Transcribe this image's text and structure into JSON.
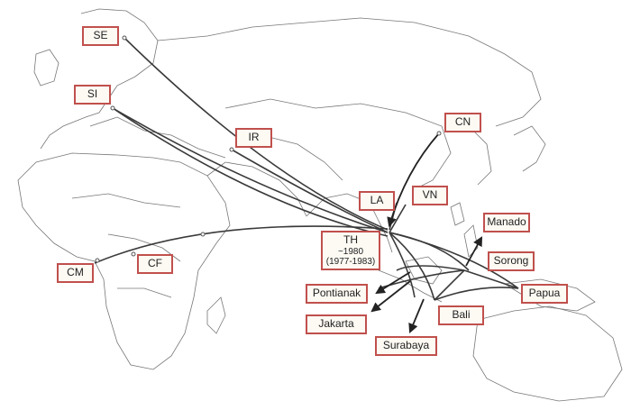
{
  "map": {
    "title": "Transmission routes map",
    "line_color": "#333333",
    "label_border_color": "#c0504d",
    "label_fill_color": "#fdfaf3"
  },
  "labels": {
    "SE": {
      "text": "SE"
    },
    "SI": {
      "text": "SI"
    },
    "IR": {
      "text": "IR"
    },
    "CN": {
      "text": "CN"
    },
    "LA": {
      "text": "LA"
    },
    "VN": {
      "text": "VN"
    },
    "TH": {
      "text": "TH",
      "date": "~1980",
      "range": "(1977-1983)"
    },
    "CM": {
      "text": "CM"
    },
    "CF": {
      "text": "CF"
    },
    "Manado": {
      "text": "Manado"
    },
    "Sorong": {
      "text": "Sorong"
    },
    "Papua": {
      "text": "Papua"
    },
    "Pontianak": {
      "text": "Pontianak"
    },
    "Jakarta": {
      "text": "Jakarta"
    },
    "Bali": {
      "text": "Bali"
    },
    "Surabaya": {
      "text": "Surabaya"
    }
  }
}
